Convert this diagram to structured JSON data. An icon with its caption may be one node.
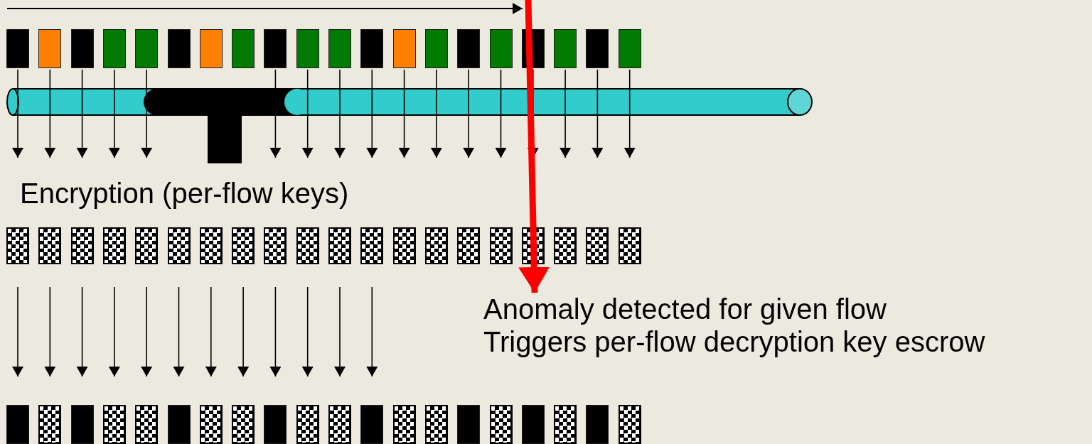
{
  "diagram": {
    "nodes": [
      {
        "text": [],
        "shape": "box"
      },
      {
        "text": [],
        "shape": "box"
      },
      {
        "text": [],
        "shape": "box"
      },
      {
        "text": [],
        "shape": "box"
      },
      {
        "text": [],
        "shape": "box"
      },
      {
        "text": [],
        "shape": "box"
      },
      {
        "text": [],
        "shape": "box"
      },
      {
        "text": [],
        "shape": "box"
      },
      {
        "text": [],
        "shape": "box"
      },
      {
        "text": [],
        "shape": "box"
      },
      {
        "text": [],
        "shape": "box"
      },
      {
        "text": [],
        "shape": "box"
      },
      {
        "text": [],
        "shape": "box"
      },
      {
        "text": [],
        "shape": "box"
      },
      {
        "text": [],
        "shape": "box"
      },
      {
        "text": [],
        "shape": "box"
      },
      {
        "text": [],
        "shape": "box"
      },
      {
        "text": [],
        "shape": "box"
      },
      {
        "text": [],
        "shape": "box"
      },
      {
        "text": [],
        "shape": "box"
      },
      {
        "text": [],
        "shape": "box"
      },
      {
        "text": [],
        "shape": "box"
      },
      {
        "text": [],
        "shape": "box"
      },
      {
        "text": [],
        "shape": "box"
      },
      {
        "text": [],
        "shape": "box"
      },
      {
        "text": [],
        "shape": "box"
      },
      {
        "text": [],
        "shape": "box"
      },
      {
        "text": [],
        "shape": "box"
      },
      {
        "text": [],
        "shape": "box"
      },
      {
        "text": [],
        "shape": "box"
      },
      {
        "text": [],
        "shape": "box"
      },
      {
        "text": [],
        "shape": "box"
      },
      {
        "text": [],
        "shape": "box"
      },
      {
        "text": [],
        "shape": "box"
      },
      {
        "text": [],
        "shape": "box"
      },
      {
        "text": [],
        "shape": "box"
      },
      {
        "text": [],
        "shape": "box"
      },
      {
        "text": [],
        "shape": "box"
      },
      {
        "text": [],
        "shape": "box"
      },
      {
        "text": [],
        "shape": "box"
      },
      {
        "text": [],
        "shape": "box"
      },
      {
        "text": [],
        "shape": "box"
      },
      {
        "text": [],
        "shape": "box"
      },
      {
        "text": [],
        "shape": "box"
      },
      {
        "text": [],
        "shape": "box"
      },
      {
        "text": [],
        "shape": "box"
      },
      {
        "text": [],
        "shape": "box"
      },
      {
        "text": [],
        "shape": "box"
      },
      {
        "text": [],
        "shape": "box"
      },
      {
        "text": [],
        "shape": "box"
      },
      {
        "text": [],
        "shape": "box"
      },
      {
        "text": [],
        "shape": "box"
      },
      {
        "text": [],
        "shape": "box"
      },
      {
        "text": [],
        "shape": "box"
      },
      {
        "text": [],
        "shape": "box"
      },
      {
        "text": [],
        "shape": "box"
      },
      {
        "text": [],
        "shape": "box"
      },
      {
        "text": [],
        "shape": "box"
      },
      {
        "text": [],
        "shape": "box"
      },
      {
        "text": [],
        "shape": "box"
      },
      {
        "text": [
          "Anomaly detected for given flow",
          "Triggers per-flow decryption key escrow"
        ]
      }
    ],
    "edges": [
      {
        "from": 0,
        "to": null,
        "arrow": "to"
      },
      {
        "from": 1,
        "to": null,
        "arrow": "to"
      },
      {
        "from": 2,
        "to": null,
        "arrow": "to"
      },
      {
        "from": 3,
        "to": null,
        "arrow": "to"
      },
      {
        "from": 4,
        "to": null,
        "arrow": "to"
      },
      {
        "from": 8,
        "to": null,
        "arrow": "to"
      },
      {
        "from": 9,
        "to": null,
        "arrow": "to"
      },
      {
        "from": 10,
        "to": null,
        "arrow": "to"
      },
      {
        "from": 11,
        "to": null,
        "arrow": "to"
      },
      {
        "from": 12,
        "to": null,
        "arrow": "to"
      },
      {
        "from": 13,
        "to": null,
        "arrow": "to"
      },
      {
        "from": 14,
        "to": null,
        "arrow": "to"
      },
      {
        "from": 15,
        "to": null,
        "arrow": "to"
      },
      {
        "from": 16,
        "to": null,
        "arrow": "to"
      },
      {
        "from": 17,
        "to": null,
        "arrow": "to"
      },
      {
        "from": 18,
        "to": null,
        "arrow": "to"
      },
      {
        "from": 19,
        "to": null,
        "arrow": "to"
      },
      {
        "from": 20,
        "to": 40,
        "arrow": "to"
      },
      {
        "from": 21,
        "to": 41,
        "arrow": "to"
      },
      {
        "from": 22,
        "to": 42,
        "arrow": "to"
      },
      {
        "from": 23,
        "to": 43,
        "arrow": "to"
      },
      {
        "from": 24,
        "to": 44,
        "arrow": "to"
      },
      {
        "from": 25,
        "to": 45,
        "arrow": "to"
      },
      {
        "from": 26,
        "to": 46,
        "arrow": "to"
      },
      {
        "from": 27,
        "to": 47,
        "arrow": "to"
      },
      {
        "from": 28,
        "to": 48,
        "arrow": "to"
      },
      {
        "from": 29,
        "to": 49,
        "arrow": "to"
      },
      {
        "from": 30,
        "to": 50,
        "arrow": "to"
      },
      {
        "from": 31,
        "to": 51,
        "arrow": "to"
      },
      {
        "from": null,
        "to": 60,
        "arrow": "to",
        "style": "thick",
        "color": "#ff0000"
      }
    ],
    "labels": [
      "Encryption (per-flow keys)"
    ]
  }
}
